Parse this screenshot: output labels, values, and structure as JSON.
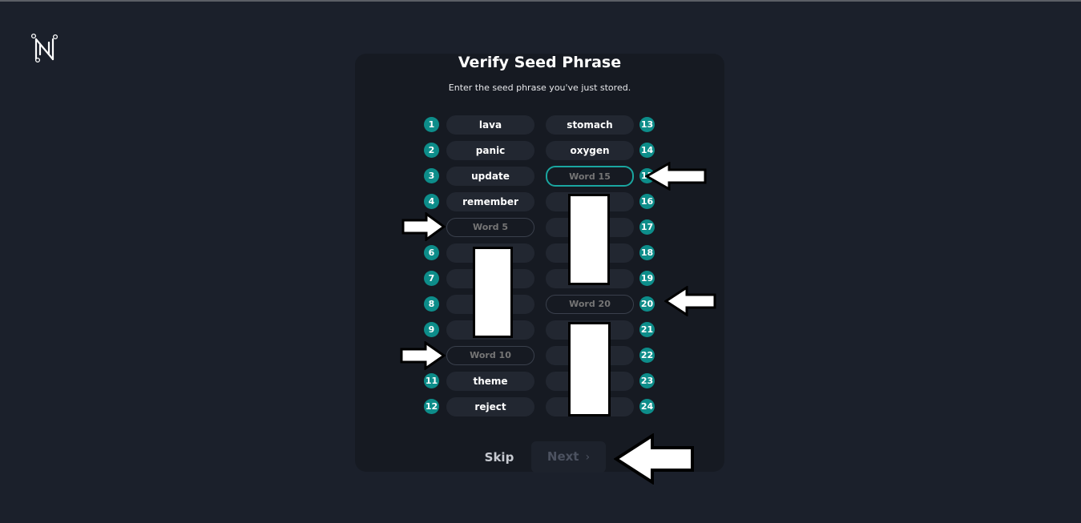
{
  "brand": {
    "logo_icon": "n-circuit-logo-icon"
  },
  "header": {
    "title": "Verify Seed Phrase",
    "subtitle": "Enter the seed phrase you've just stored."
  },
  "words_left": [
    {
      "n": "1",
      "word": "lava",
      "state": "filled"
    },
    {
      "n": "2",
      "word": "panic",
      "state": "filled"
    },
    {
      "n": "3",
      "word": "update",
      "state": "filled"
    },
    {
      "n": "4",
      "word": "remember",
      "state": "filled"
    },
    {
      "n": "5",
      "placeholder": "Word 5",
      "state": "empty"
    },
    {
      "n": "6",
      "state": "blank"
    },
    {
      "n": "7",
      "state": "blank"
    },
    {
      "n": "8",
      "state": "blank"
    },
    {
      "n": "9",
      "state": "blank"
    },
    {
      "n": "10",
      "placeholder": "Word 10",
      "state": "empty"
    },
    {
      "n": "11",
      "word": "theme",
      "state": "filled"
    },
    {
      "n": "12",
      "word": "reject",
      "state": "filled"
    }
  ],
  "words_right": [
    {
      "n": "13",
      "word": "stomach",
      "state": "filled"
    },
    {
      "n": "14",
      "word": "oxygen",
      "state": "filled"
    },
    {
      "n": "15",
      "placeholder": "Word 15",
      "state": "active"
    },
    {
      "n": "16",
      "state": "blank"
    },
    {
      "n": "17",
      "state": "blank"
    },
    {
      "n": "18",
      "state": "blank"
    },
    {
      "n": "19",
      "state": "blank"
    },
    {
      "n": "20",
      "placeholder": "Word 20",
      "state": "empty"
    },
    {
      "n": "21",
      "state": "blank"
    },
    {
      "n": "22",
      "state": "blank"
    },
    {
      "n": "23",
      "state": "blank"
    },
    {
      "n": "24",
      "state": "blank"
    }
  ],
  "actions": {
    "skip_label": "Skip",
    "next_label": "Next",
    "next_icon": "chevron-right-icon"
  },
  "colors": {
    "background": "#1b202b",
    "card": "#161a22",
    "accent": "#0d8d8a",
    "focus_border": "#1aa6a0"
  }
}
